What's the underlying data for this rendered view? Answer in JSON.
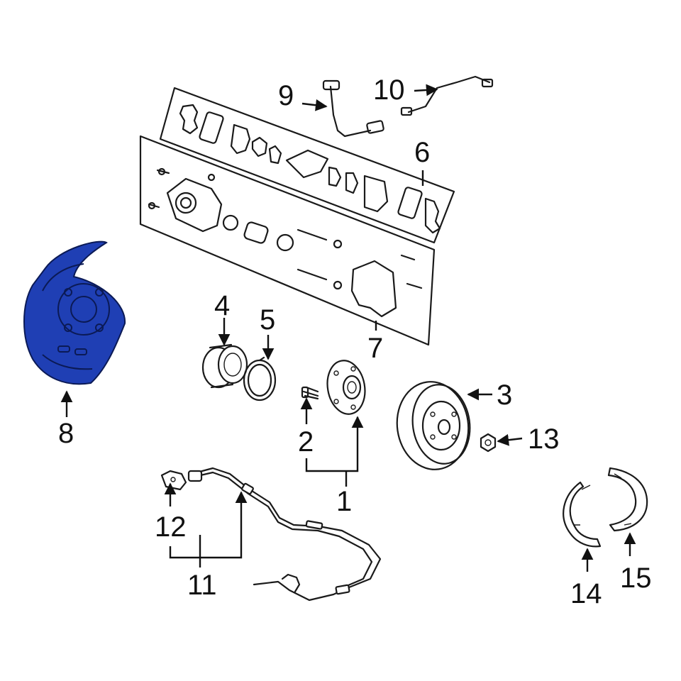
{
  "diagram": {
    "highlight_color": "#1f3fb4",
    "highlighted_part": "8",
    "callouts": [
      {
        "id": "c1",
        "label": "1"
      },
      {
        "id": "c2",
        "label": "2"
      },
      {
        "id": "c3",
        "label": "3"
      },
      {
        "id": "c4",
        "label": "4"
      },
      {
        "id": "c5",
        "label": "5"
      },
      {
        "id": "c6",
        "label": "6"
      },
      {
        "id": "c7",
        "label": "7"
      },
      {
        "id": "c8",
        "label": "8"
      },
      {
        "id": "c9",
        "label": "9"
      },
      {
        "id": "c10",
        "label": "10"
      },
      {
        "id": "c11",
        "label": "11"
      },
      {
        "id": "c12",
        "label": "12"
      },
      {
        "id": "c13",
        "label": "13"
      },
      {
        "id": "c14",
        "label": "14"
      },
      {
        "id": "c15",
        "label": "15"
      }
    ]
  }
}
